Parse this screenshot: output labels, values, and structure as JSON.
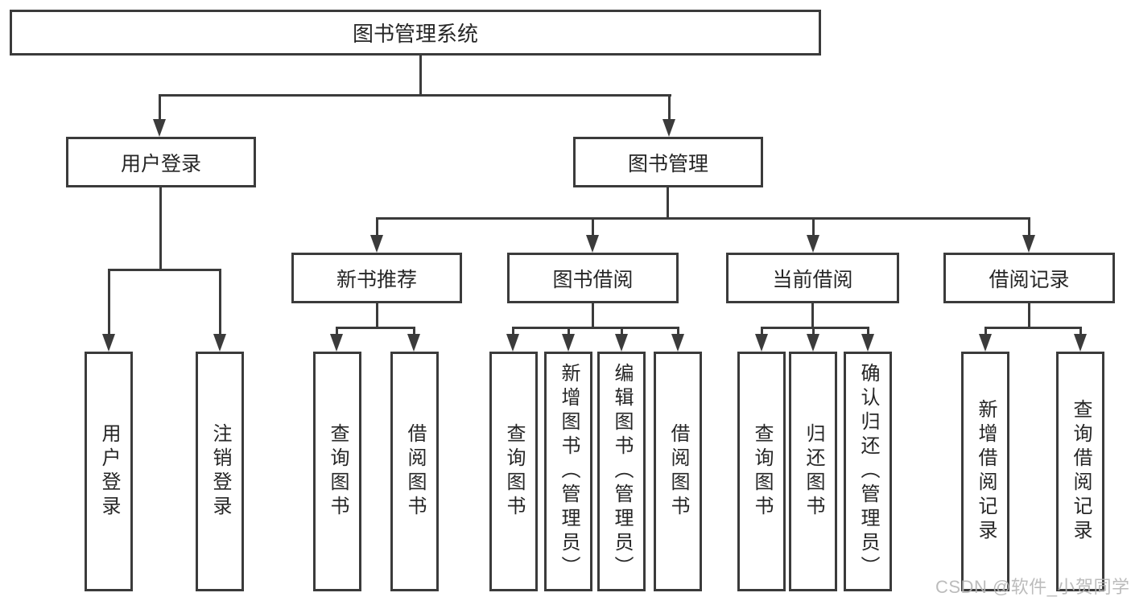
{
  "diagram_type": "hierarchy-tree",
  "root": {
    "label": "图书管理系统"
  },
  "branches": {
    "user_login": {
      "label": "用户登录",
      "children": [
        "用户登录",
        "注销登录"
      ]
    },
    "book_management": {
      "label": "图书管理",
      "sections": {
        "new_books": {
          "label": "新书推荐",
          "children": [
            "查询图书",
            "借阅图书"
          ]
        },
        "book_borrowing": {
          "label": "图书借阅",
          "children": [
            "查询图书",
            "新增图书（管理员）",
            "编辑图书（管理员）",
            "借阅图书"
          ]
        },
        "current_borrowing": {
          "label": "当前借阅",
          "children": [
            "查询图书",
            "归还图书",
            "确认归还（管理员）"
          ]
        },
        "borrowing_records": {
          "label": "借阅记录",
          "children": [
            "新增借阅记录",
            "查询借阅记录"
          ]
        }
      }
    }
  },
  "watermark": "CSDN @软件_小贺同学",
  "colors": {
    "line": "#3b3b3b",
    "text": "#262626",
    "wm": "#b5b5b5",
    "bg": "#ffffff"
  }
}
